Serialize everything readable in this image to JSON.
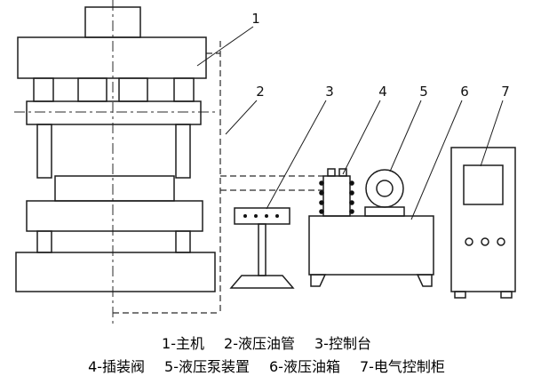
{
  "diagram": {
    "background": "#ffffff",
    "line_color": "#1d1d1d",
    "callouts": [
      {
        "number": "1",
        "label": "主机"
      },
      {
        "number": "2",
        "label": "液压油管"
      },
      {
        "number": "3",
        "label": "控制台"
      },
      {
        "number": "4",
        "label": "插装阀"
      },
      {
        "number": "5",
        "label": "液压泵装置"
      },
      {
        "number": "6",
        "label": "液压油箱"
      },
      {
        "number": "7",
        "label": "电气控制柜"
      }
    ],
    "caption_line1": [
      "1-主机",
      "2-液压油管",
      "3-控制台"
    ],
    "caption_line2": [
      "4-插装阀",
      "5-液压泵装置",
      "6-液压油箱",
      "7-电气控制柜"
    ]
  }
}
